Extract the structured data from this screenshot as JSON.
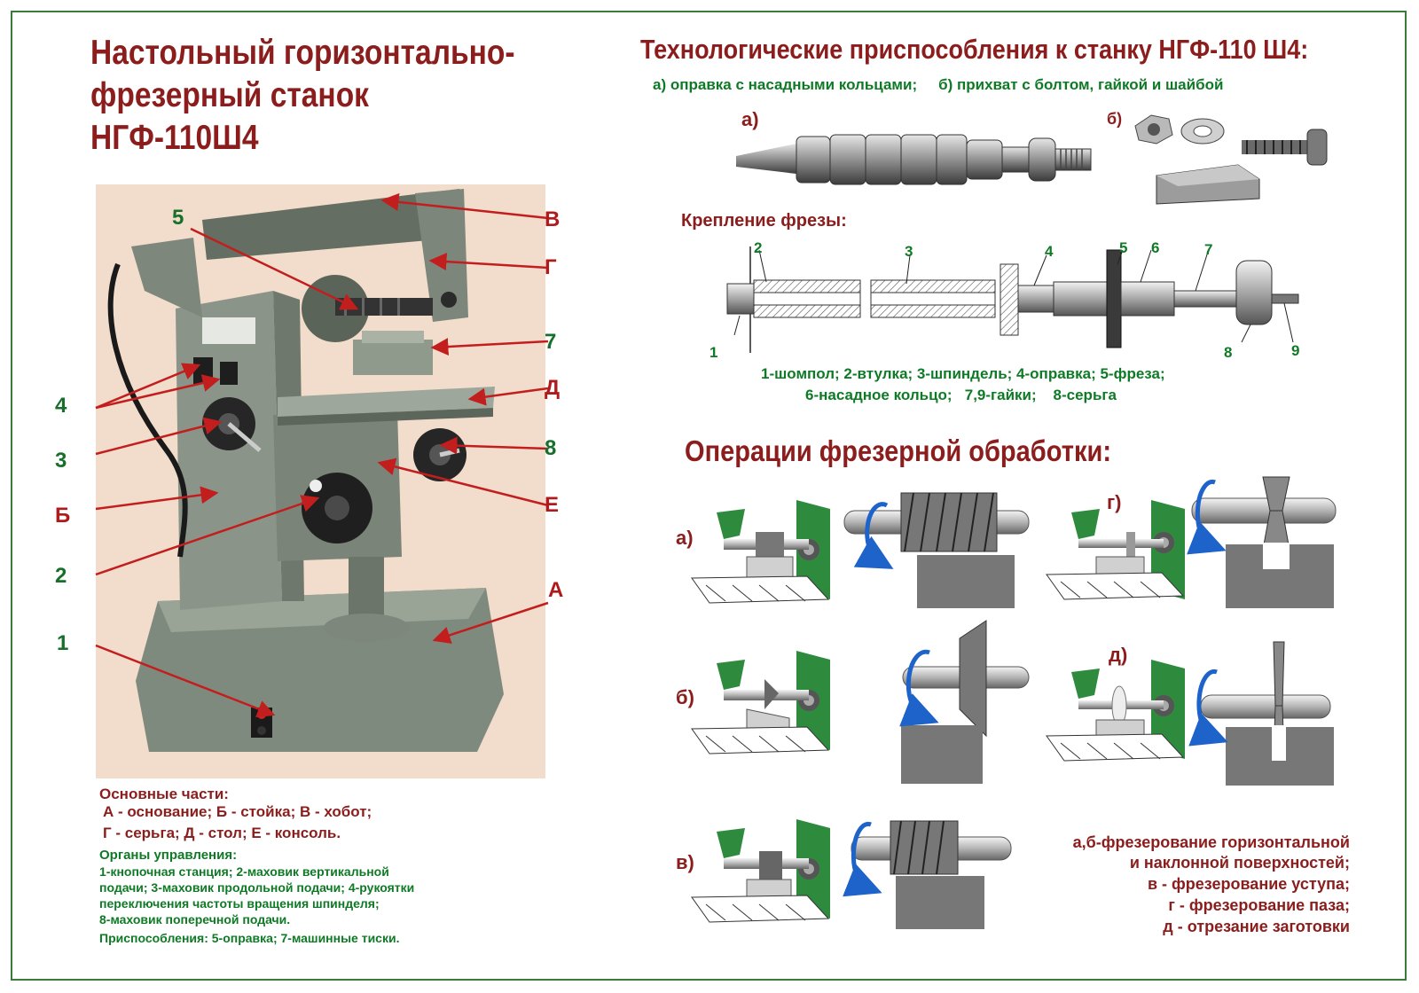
{
  "left": {
    "title_line1": "Настольный горизонтально-",
    "title_line2": "фрезерный станок НГФ-110Ш4",
    "photo_labels": {
      "v": "В",
      "g": "Г",
      "seven": "7",
      "d": "Д",
      "eight": "8",
      "e": "Е",
      "a": "А",
      "five": "5",
      "four": "4",
      "three": "3",
      "b": "Б",
      "two": "2",
      "one": "1"
    },
    "parts_heading": "Основные части:",
    "parts_line1": "А - основание; Б - стойка; В - хобот;",
    "parts_line2": "Г - серьга;  Д - стол;  Е - консоль.",
    "controls_heading": "Органы управления:",
    "controls_lines": [
      "1-кнопочная станция; 2-маховик вертикальной",
      "подачи; 3-маховик продольной подачи; 4-рукоятки",
      "переключения частоты вращения шпинделя;",
      "8-маховик поперечной подачи."
    ],
    "fixtures_line": "Приспособления: 5-оправка; 7-машинные тиски."
  },
  "right": {
    "title": "Технологические приспособления к станку НГФ-110 Ш4:",
    "sub_a": "а) оправка с насадными кольцами;",
    "sub_b": "б) прихват с болтом, гайкой и шайбой",
    "fig_a_label": "а)",
    "fig_b_label": "б)",
    "mount_title": "Крепление фрезы:",
    "mount_numbers": [
      "1",
      "2",
      "3",
      "4",
      "5",
      "6",
      "7",
      "8",
      "9"
    ],
    "mount_caption1": "1-шомпол; 2-втулка; 3-шпиндель; 4-оправка; 5-фреза;",
    "mount_caption2": "6-насадное кольцо;   7,9-гайки;    8-серьга",
    "ops_title": "Операции фрезерной обработки:",
    "op_labels": {
      "a": "а)",
      "b": "б)",
      "v": "в)",
      "g": "г)",
      "d": "д)"
    },
    "ops_legend": [
      "а,б-фрезерование горизонтальной",
      "и наклонной поверхностей;",
      "в - фрезерование уступа;",
      "г - фрезерование паза;",
      "д - отрезание заготовки"
    ]
  },
  "colors": {
    "title_red": "#8b1d1d",
    "caption_green": "#0f7a26",
    "machine_gray": "#8a9488",
    "photo_bg": "#f2dccb",
    "arrow_blue": "#1e63c9",
    "plate_green": "#2e8b3e"
  }
}
